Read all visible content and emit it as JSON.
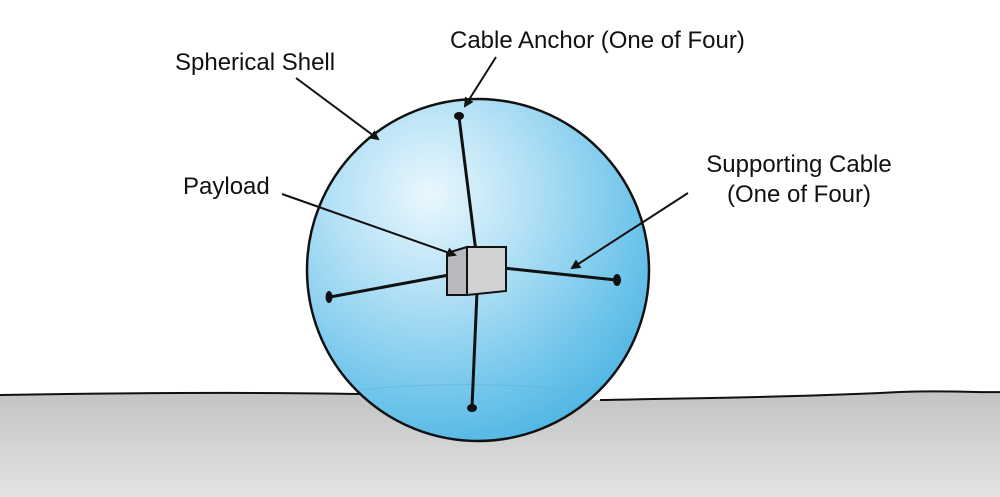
{
  "labels": {
    "spherical_shell": "Spherical Shell",
    "cable_anchor": "Cable Anchor (One of Four)",
    "payload": "Payload",
    "supporting_cable_line1": "Supporting Cable",
    "supporting_cable_line2": "(One of Four)"
  },
  "colors": {
    "sphere_light": "#eaf7fd",
    "sphere_mid": "#9fd9f3",
    "sphere_dark": "#4fb5e3",
    "ground": "#c9cacc",
    "ground_dark": "#a9aaac",
    "outline": "#111111",
    "payload_face": "#d0d1d3",
    "payload_side": "#b8b9bc"
  }
}
